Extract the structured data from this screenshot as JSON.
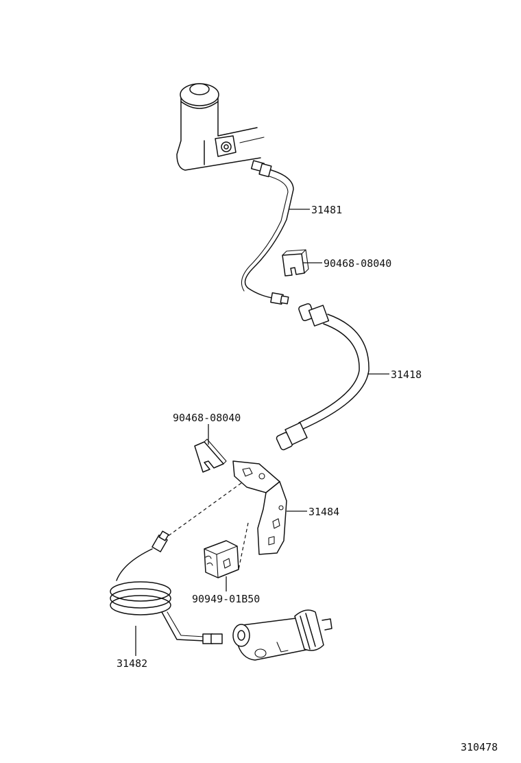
{
  "labels": {
    "p31481": "31481",
    "p90468_top": "90468-08040",
    "p31418": "31418",
    "p90468_mid": "90468-08040",
    "p31484": "31484",
    "p90949": "90949-01B50",
    "p31482": "31482"
  },
  "drawing_number": "310478"
}
